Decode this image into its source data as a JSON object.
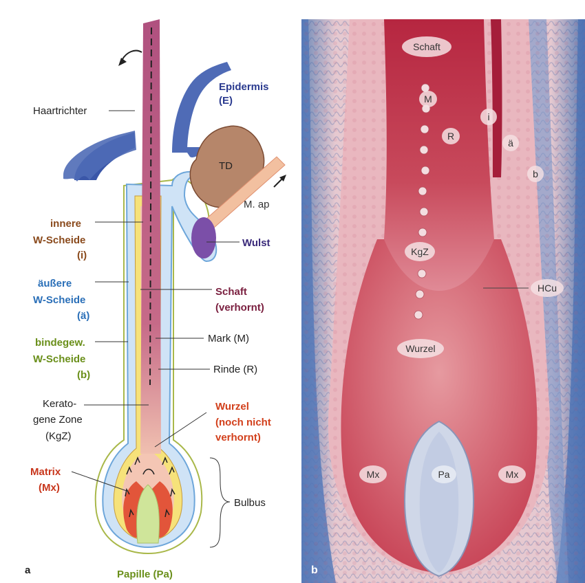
{
  "panel_a": {
    "letter": "a",
    "labels": {
      "haartrichter": "Haartrichter",
      "epidermis": [
        "Epidermis",
        "(E)"
      ],
      "td": "TD",
      "m_ap": "M. ap",
      "innere": [
        "innere",
        "W-Scheide",
        "(i)"
      ],
      "wulst": "Wulst",
      "aeussere": [
        "äußere",
        "W-Scheide",
        "(ä)"
      ],
      "schaft": [
        "Schaft",
        "(verhornt)"
      ],
      "bindegew": [
        "bindegew.",
        "W-Scheide",
        "(b)"
      ],
      "mark": "Mark (M)",
      "rinde": "Rinde (R)",
      "keratogene": [
        "Kerato-",
        "gene Zone",
        "(KgZ)"
      ],
      "wurzel": [
        "Wurzel",
        "(noch nicht",
        "verhornt)"
      ],
      "matrix": [
        "Matrix",
        "(Mx)"
      ],
      "bulbus": "Bulbus",
      "papille": "Papille (Pa)"
    },
    "colors": {
      "epidermis": "#2a3a8f",
      "innere": "#8a4a1c",
      "aeussere": "#2a6fb8",
      "bindegew": "#6a8f1a",
      "schaft": "#7a1f3f",
      "wurzel": "#d2401c",
      "matrix": "#c8361c",
      "wulst": "#3a2a7a",
      "papille": "#6a8f1a",
      "black": "#222222"
    }
  },
  "panel_b": {
    "letter": "b",
    "labels": {
      "schaft": "Schaft",
      "m": "M",
      "i": "i",
      "r": "R",
      "ae": "ä",
      "b": "b",
      "kgz": "KgZ",
      "hcu": "HCu",
      "wurzel": "Wurzel",
      "mx_left": "Mx",
      "pa": "Pa",
      "mx_right": "Mx"
    }
  }
}
